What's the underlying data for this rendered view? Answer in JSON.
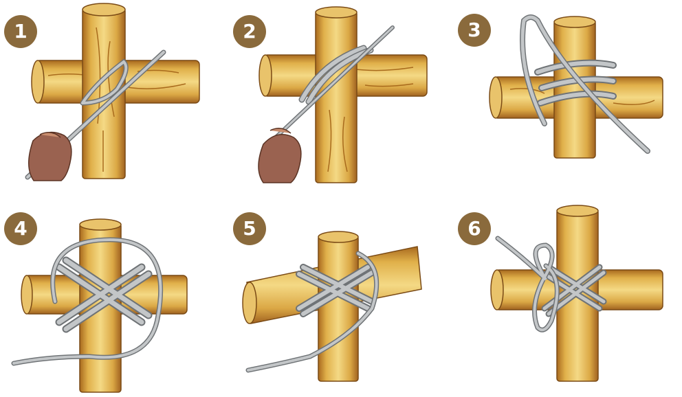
{
  "colors": {
    "badge": "#8a6a3c",
    "wood_light": "#f0d27a",
    "wood_mid": "#d9a83e",
    "wood_dark": "#9a6420",
    "rope": "#b9bcbe",
    "rope_dark": "#6f7376",
    "hand": "#9a6250"
  },
  "steps": [
    {
      "number": "1"
    },
    {
      "number": "2"
    },
    {
      "number": "3"
    },
    {
      "number": "4"
    },
    {
      "number": "5"
    },
    {
      "number": "6"
    }
  ]
}
